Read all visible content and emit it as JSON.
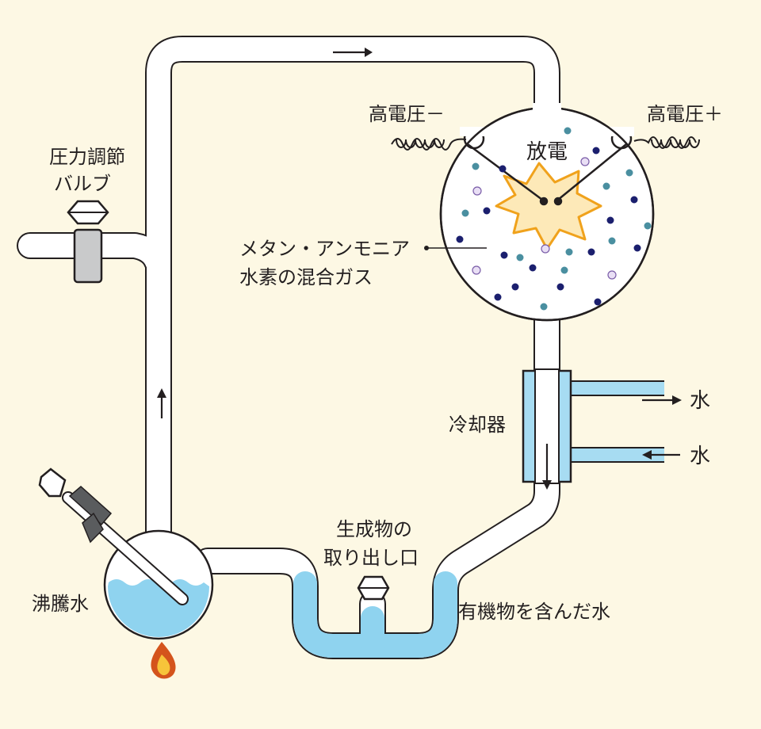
{
  "labels": {
    "high_voltage_minus": "高電圧－",
    "high_voltage_plus": "高電圧＋",
    "discharge": "放電",
    "pressure_valve_line1": "圧力調節",
    "pressure_valve_line2": "バルブ",
    "gas_mixture_line1": "メタン・アンモニア",
    "gas_mixture_line2": "水素の混合ガス",
    "cooler": "冷却器",
    "water_out": "水",
    "water_in": "水",
    "outlet_line1": "生成物の",
    "outlet_line2": "取り出し口",
    "boiling_water": "沸騰水",
    "organic_water": "有機物を含んだ水"
  },
  "colors": {
    "background": "#fdf8e4",
    "tube_fill": "#ffffff",
    "outline": "#231f20",
    "water": "#8fd3ef",
    "cooler": "#a7dcf2",
    "spark_fill": "#fde9b8",
    "spark_stroke": "#f0a21c",
    "particle_navy": "#1b1f6e",
    "particle_teal": "#4a8fa0",
    "particle_violet": "#b9a4d8",
    "flame_outer": "#d4541c",
    "flame_inner": "#f7c43a",
    "valve_gray": "#c9cacb"
  },
  "icons": [
    "arrow-right-icon",
    "arrow-up-icon",
    "arrow-down-icon",
    "coil-icon",
    "valve-icon",
    "flame-icon"
  ]
}
